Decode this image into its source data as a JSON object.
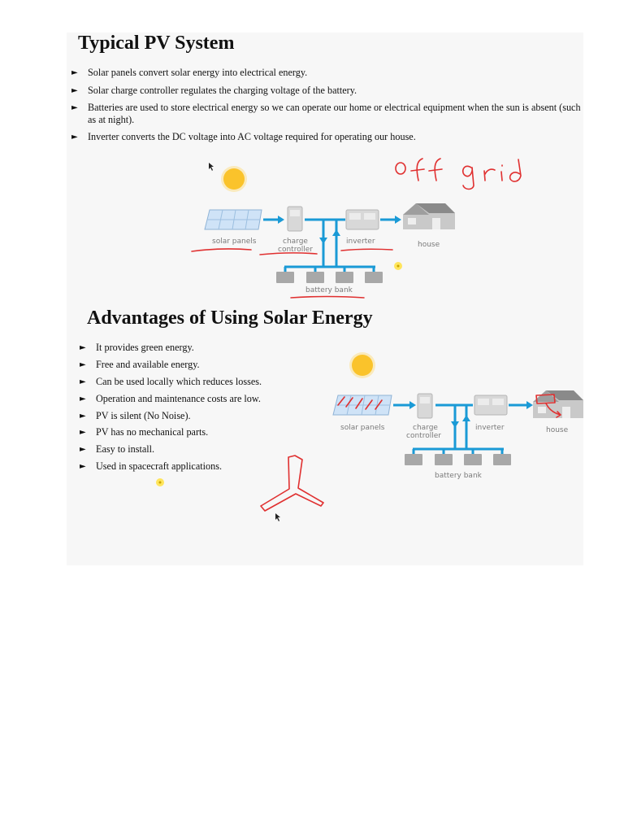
{
  "section1": {
    "title": "Typical PV System",
    "bullets": [
      "Solar panels convert solar energy into electrical energy.",
      "Solar charge controller regulates the charging voltage of the battery.",
      "Batteries are used to store electrical energy so we can operate our home or electrical equipment when the sun is absent (such as at night).",
      "Inverter converts the DC voltage into AC voltage required for operating our house."
    ],
    "diagram": {
      "labels": {
        "solar_panels": "solar panels",
        "charge_line1": "charge",
        "charge_line2": "controller",
        "inverter": "inverter",
        "house": "house",
        "battery_bank": "battery bank"
      }
    }
  },
  "section2": {
    "title": "Advantages of Using Solar Energy",
    "bullets": [
      "It provides green energy.",
      "Free and available energy.",
      "Can be used locally which reduces losses.",
      "Operation and maintenance costs are low.",
      "PV is silent (No Noise).",
      "PV has no mechanical parts.",
      "Easy to install.",
      "Used in spacecraft applications."
    ],
    "diagram": {
      "labels": {
        "solar_panels": "solar panels",
        "charge_line1": "charge",
        "charge_line2": "controller",
        "inverter": "inverter",
        "house": "house",
        "battery_bank": "battery bank"
      }
    }
  },
  "bullet_marker": "►",
  "colors": {
    "wire": "#1a9ad6",
    "ink": "#e03030",
    "sun": "#f7b500",
    "panel": "#cfe3f7",
    "device": "#d8d8d8",
    "battery": "#a8a8a8",
    "house": "#9e9e9e"
  },
  "annotations": {
    "handwritten_note": "off grid"
  }
}
